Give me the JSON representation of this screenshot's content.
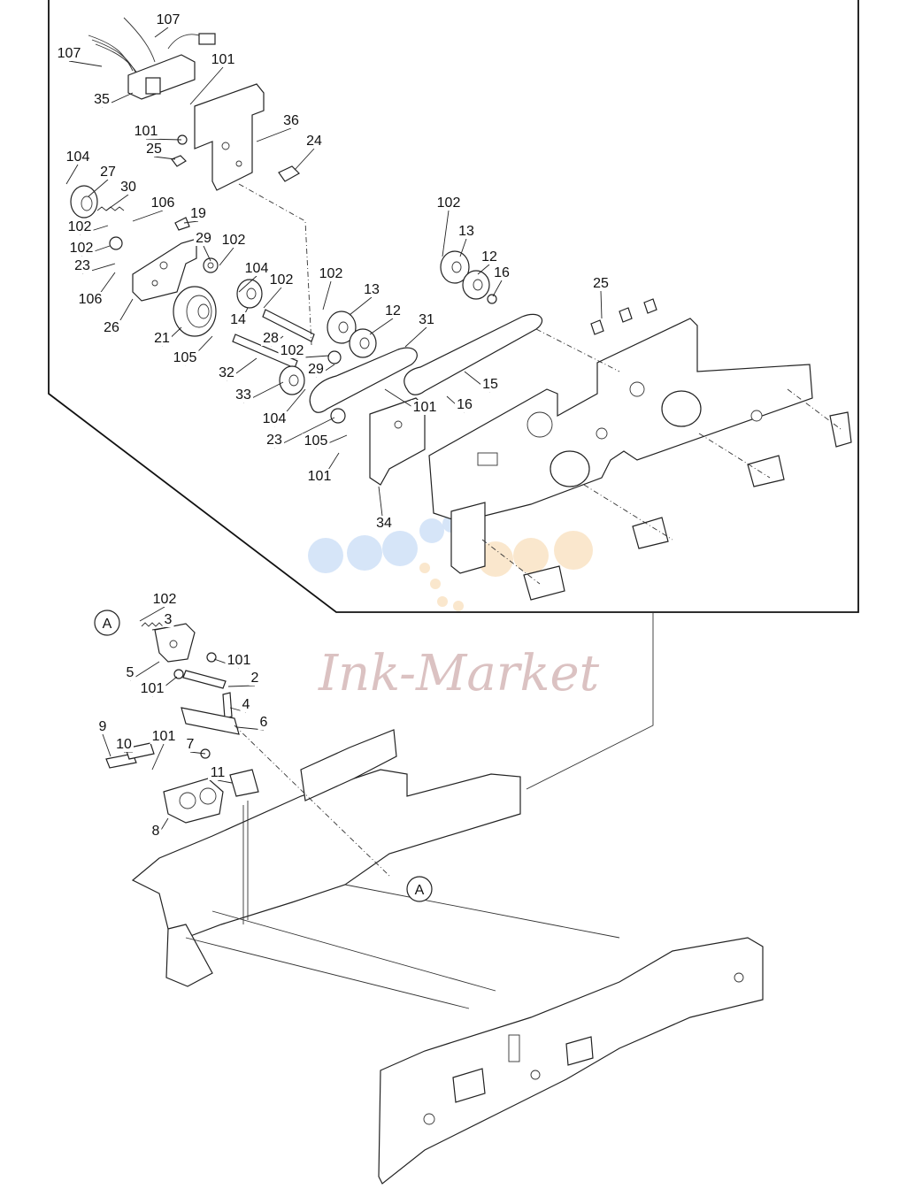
{
  "diagram": {
    "callouts": [
      {
        "id": "107a",
        "text": "107"
      },
      {
        "id": "107b",
        "text": "107"
      },
      {
        "id": "101a",
        "text": "101"
      },
      {
        "id": "35",
        "text": "35"
      },
      {
        "id": "36",
        "text": "36"
      },
      {
        "id": "101b",
        "text": "101"
      },
      {
        "id": "25a",
        "text": "25"
      },
      {
        "id": "24",
        "text": "24"
      },
      {
        "id": "104a",
        "text": "104"
      },
      {
        "id": "27",
        "text": "27"
      },
      {
        "id": "30",
        "text": "30"
      },
      {
        "id": "106a",
        "text": "106"
      },
      {
        "id": "19",
        "text": "19"
      },
      {
        "id": "102a",
        "text": "102"
      },
      {
        "id": "102b",
        "text": "102"
      },
      {
        "id": "23a",
        "text": "23"
      },
      {
        "id": "29a",
        "text": "29"
      },
      {
        "id": "102c",
        "text": "102"
      },
      {
        "id": "104b",
        "text": "104"
      },
      {
        "id": "102d",
        "text": "102"
      },
      {
        "id": "106b",
        "text": "106"
      },
      {
        "id": "26",
        "text": "26"
      },
      {
        "id": "21",
        "text": "21"
      },
      {
        "id": "14",
        "text": "14"
      },
      {
        "id": "28",
        "text": "28"
      },
      {
        "id": "105a",
        "text": "105"
      },
      {
        "id": "32",
        "text": "32"
      },
      {
        "id": "102e",
        "text": "102"
      },
      {
        "id": "29b",
        "text": "29"
      },
      {
        "id": "33",
        "text": "33"
      },
      {
        "id": "104c",
        "text": "104"
      },
      {
        "id": "23b",
        "text": "23"
      },
      {
        "id": "105b",
        "text": "105"
      },
      {
        "id": "101c",
        "text": "101"
      },
      {
        "id": "34",
        "text": "34"
      },
      {
        "id": "102f",
        "text": "102"
      },
      {
        "id": "13a",
        "text": "13"
      },
      {
        "id": "12a",
        "text": "12"
      },
      {
        "id": "31",
        "text": "31"
      },
      {
        "id": "102g",
        "text": "102"
      },
      {
        "id": "13b",
        "text": "13"
      },
      {
        "id": "12b",
        "text": "12"
      },
      {
        "id": "16a",
        "text": "16"
      },
      {
        "id": "15",
        "text": "15"
      },
      {
        "id": "16b",
        "text": "16"
      },
      {
        "id": "101d",
        "text": "101"
      },
      {
        "id": "25b",
        "text": "25"
      },
      {
        "id": "102h",
        "text": "102"
      },
      {
        "id": "3",
        "text": "3"
      },
      {
        "id": "5",
        "text": "5"
      },
      {
        "id": "101e",
        "text": "101"
      },
      {
        "id": "101f",
        "text": "101"
      },
      {
        "id": "2",
        "text": "2"
      },
      {
        "id": "4",
        "text": "4"
      },
      {
        "id": "6",
        "text": "6"
      },
      {
        "id": "9",
        "text": "9"
      },
      {
        "id": "10",
        "text": "10"
      },
      {
        "id": "101g",
        "text": "101"
      },
      {
        "id": "7",
        "text": "7"
      },
      {
        "id": "11",
        "text": "11"
      },
      {
        "id": "8",
        "text": "8"
      }
    ],
    "reference_markers": [
      {
        "id": "top",
        "text": "A"
      },
      {
        "id": "bottom",
        "text": "A"
      }
    ]
  },
  "watermark": {
    "text": "Ink-Market",
    "dot_colors": [
      "#cfe0f7",
      "#f9e3c4"
    ]
  }
}
